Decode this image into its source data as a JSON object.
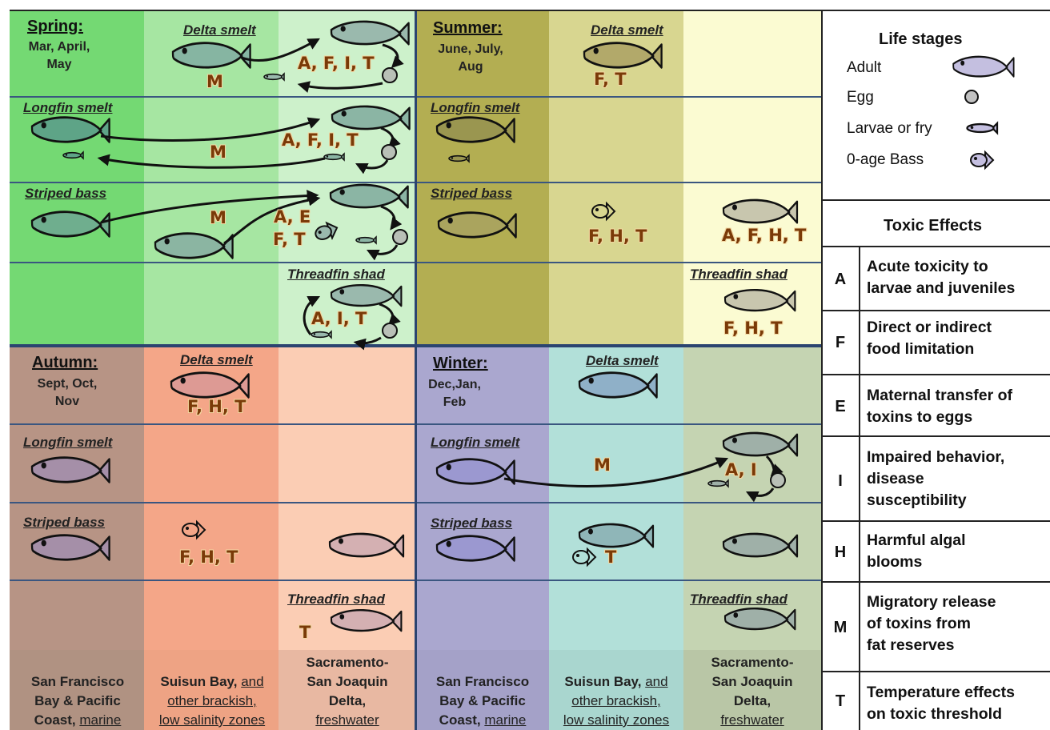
{
  "seasons": {
    "spring": {
      "name": "Spring:",
      "months": [
        "Mar, April,",
        "May"
      ]
    },
    "summer": {
      "name": "Summer:",
      "months": [
        "June, July,",
        "Aug"
      ]
    },
    "autumn": {
      "name": "Autumn:",
      "months": [
        "Sept, Oct,",
        "Nov"
      ]
    },
    "winter": {
      "name": "Winter:",
      "months": [
        "Dec,Jan,",
        "Feb"
      ]
    }
  },
  "species": {
    "delta": "Delta smelt",
    "longfin": "Longfin smelt",
    "striped": "Striped bass",
    "threadfin": "Threadfin shad"
  },
  "codes": {
    "spring_delta_m": "M",
    "spring_delta_effects": "A, F, I, T",
    "spring_longfin_m": "M",
    "spring_longfin_effects": "A, F, I, T",
    "spring_striped_m": "M",
    "spring_striped_ae": "A, E",
    "spring_striped_ft": "F, T",
    "spring_threadfin_effects": "A, I, T",
    "summer_delta_effects": "F, T",
    "summer_striped_mid": "F, H, T",
    "summer_striped_right": "A, F, H, T",
    "summer_threadfin_effects": "F, H, T",
    "autumn_delta_effects": "F, H, T",
    "autumn_striped_effects": "F, H, T",
    "autumn_threadfin_effects": "T",
    "winter_longfin_m": "M",
    "winter_longfin_effects": "A, I",
    "winter_striped_effects": "T"
  },
  "zones": {
    "marine": {
      "line1": "San Francisco",
      "line2": "Bay & Pacific",
      "line3a": "Coast, ",
      "line3b": "marine"
    },
    "brackish": {
      "line1a": "Suisun Bay, ",
      "line1b": "and",
      "line2": "other brackish,",
      "line3": "low salinity zones"
    },
    "fresh": {
      "line1": "Sacramento-",
      "line2": "San Joaquin",
      "line3": "Delta,",
      "line4": "freshwater"
    }
  },
  "legend": {
    "title": "Life stages",
    "items": [
      {
        "label": "Adult",
        "icon": "adult-fish-icon"
      },
      {
        "label": "Egg",
        "icon": "egg-icon"
      },
      {
        "label": "Larvae or fry",
        "icon": "larva-icon"
      },
      {
        "label": "0-age Bass",
        "icon": "young-bass-icon"
      }
    ]
  },
  "toxic": {
    "title": "Toxic Effects",
    "items": [
      {
        "letter": "A",
        "lines": [
          "Acute toxicity to",
          "larvae and juveniles"
        ]
      },
      {
        "letter": "F",
        "lines": [
          "Direct  or indirect",
          "food limitation"
        ]
      },
      {
        "letter": "E",
        "lines": [
          "Maternal transfer  of",
          "toxins to eggs"
        ]
      },
      {
        "letter": "I",
        "lines": [
          "Impaired behavior,",
          "disease",
          "susceptibility"
        ]
      },
      {
        "letter": "H",
        "lines": [
          "Harmful algal",
          "blooms"
        ]
      },
      {
        "letter": "M",
        "lines": [
          "Migratory release",
          "of toxins from",
          "fat  reserves"
        ]
      },
      {
        "letter": "T",
        "lines": [
          "Temperature effects",
          "on toxic threshold"
        ]
      }
    ]
  },
  "colors": {
    "spring": [
      "#74d973",
      "#a6e6a2",
      "#cdf1cb"
    ],
    "summer": [
      "#b3ae52",
      "#d8d690",
      "#fbfbd2"
    ],
    "autumn": [
      "#b79485",
      "#f4a688",
      "#fbcdb4"
    ],
    "winter": [
      "#aaa7cf",
      "#b2e0d9",
      "#c5d4b2"
    ],
    "grid": "#2b4470",
    "effect_code": "#7a3a08"
  }
}
